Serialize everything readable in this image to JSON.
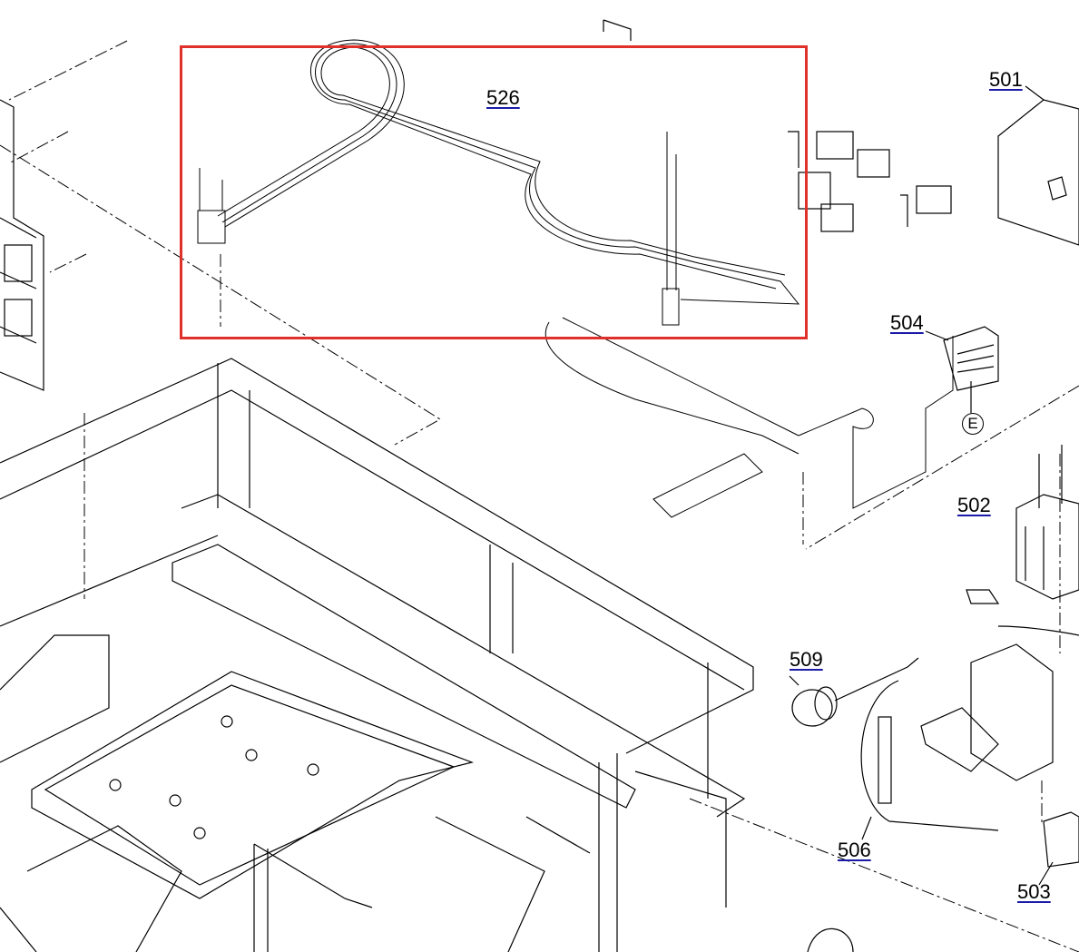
{
  "diagram": {
    "highlight_color": "#e0302a",
    "link_color": "#1a1aa6",
    "part_labels": {
      "p526": "526",
      "p501": "501",
      "p504": "504",
      "p502": "502",
      "p509": "509",
      "p506": "506",
      "p503": "503"
    },
    "connector_marker": "E"
  }
}
